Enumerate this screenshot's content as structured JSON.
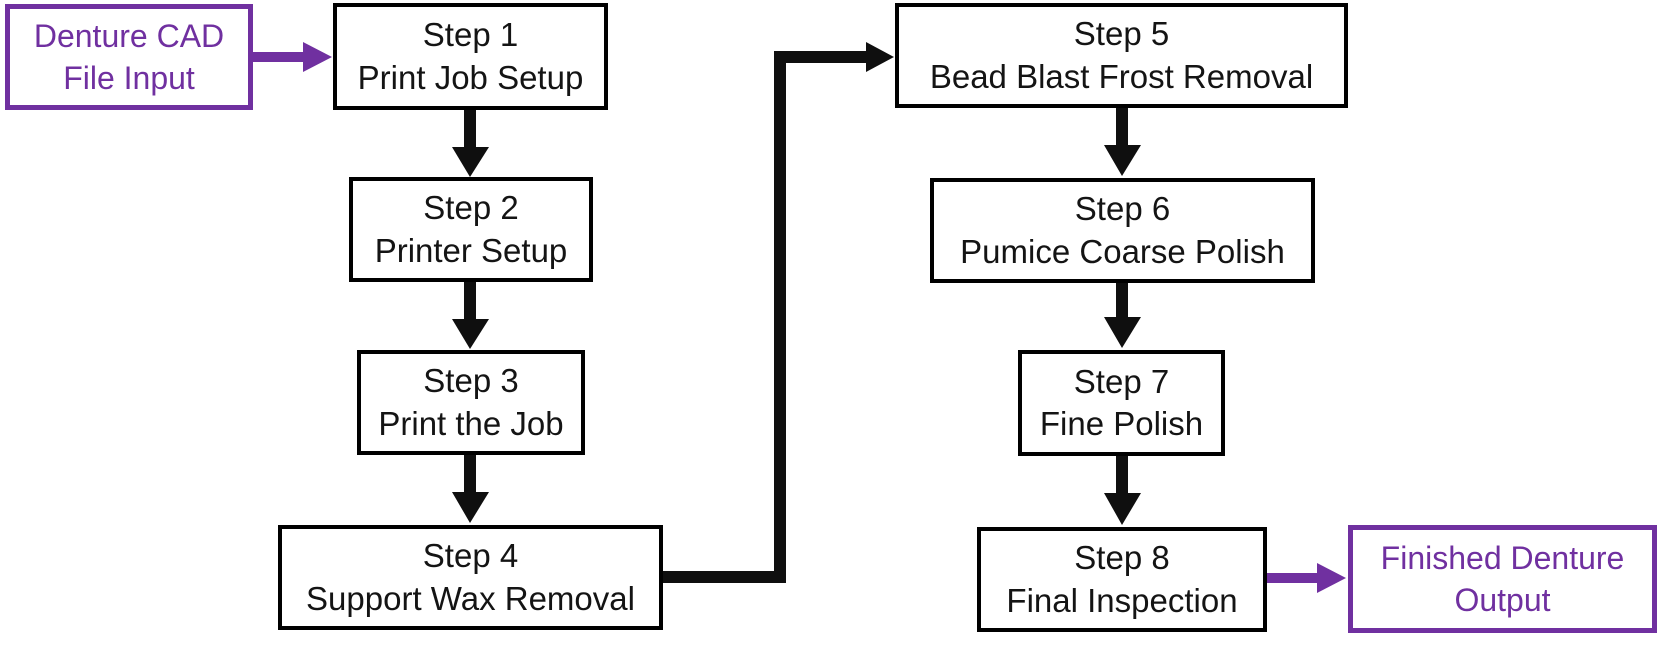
{
  "diagram": {
    "input_node": {
      "line1": "Denture CAD",
      "line2": "File Input"
    },
    "steps": [
      {
        "title": "Step 1",
        "label": "Print Job Setup"
      },
      {
        "title": "Step 2",
        "label": "Printer Setup"
      },
      {
        "title": "Step 3",
        "label": "Print the Job"
      },
      {
        "title": "Step 4",
        "label": "Support Wax Removal"
      },
      {
        "title": "Step 5",
        "label": "Bead Blast Frost Removal"
      },
      {
        "title": "Step 6",
        "label": "Pumice Coarse Polish"
      },
      {
        "title": "Step 7",
        "label": "Fine Polish"
      },
      {
        "title": "Step 8",
        "label": "Final Inspection"
      }
    ],
    "output_node": {
      "line1": "Finished Denture",
      "line2": "Output"
    },
    "edges": [
      {
        "from": "input",
        "to": "step1",
        "color": "purple"
      },
      {
        "from": "step1",
        "to": "step2",
        "color": "black"
      },
      {
        "from": "step2",
        "to": "step3",
        "color": "black"
      },
      {
        "from": "step3",
        "to": "step4",
        "color": "black"
      },
      {
        "from": "step4",
        "to": "step5",
        "color": "black",
        "shape": "elbow"
      },
      {
        "from": "step5",
        "to": "step6",
        "color": "black"
      },
      {
        "from": "step6",
        "to": "step7",
        "color": "black"
      },
      {
        "from": "step7",
        "to": "step8",
        "color": "black"
      },
      {
        "from": "step8",
        "to": "output",
        "color": "purple"
      }
    ],
    "colors": {
      "accent_purple": "#7030A0",
      "flow_black": "#0f0f0f",
      "box_border_black": "#000000",
      "background": "#ffffff"
    }
  }
}
